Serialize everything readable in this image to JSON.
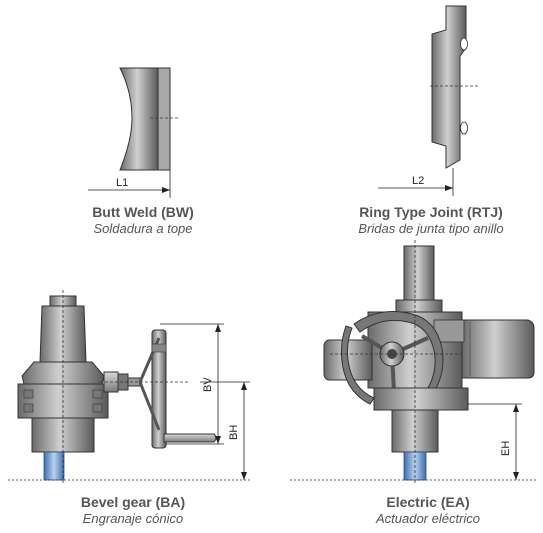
{
  "panels": {
    "butt_weld": {
      "title": "Butt Weld (BW)",
      "subtitle": "Soldadura a tope",
      "dimension": "L1"
    },
    "ring_type_joint": {
      "title": "Ring Type Joint (RTJ)",
      "subtitle": "Bridas de junta tipo anillo",
      "dimension": "L2"
    },
    "bevel_gear": {
      "title": "Bevel gear (BA)",
      "subtitle": "Engranaje cónico",
      "dim_vertical": "BV",
      "dim_height": "BH"
    },
    "electric": {
      "title": "Electric (EA)",
      "subtitle": "Actuador eléctrico",
      "dim_height": "EH"
    }
  },
  "colors": {
    "metal_dark": "#5a5a5a",
    "metal_mid": "#8c8c8c",
    "metal_light": "#c8c8c8",
    "stem_blue": "#5b8fd0",
    "dim_line": "#222222"
  }
}
